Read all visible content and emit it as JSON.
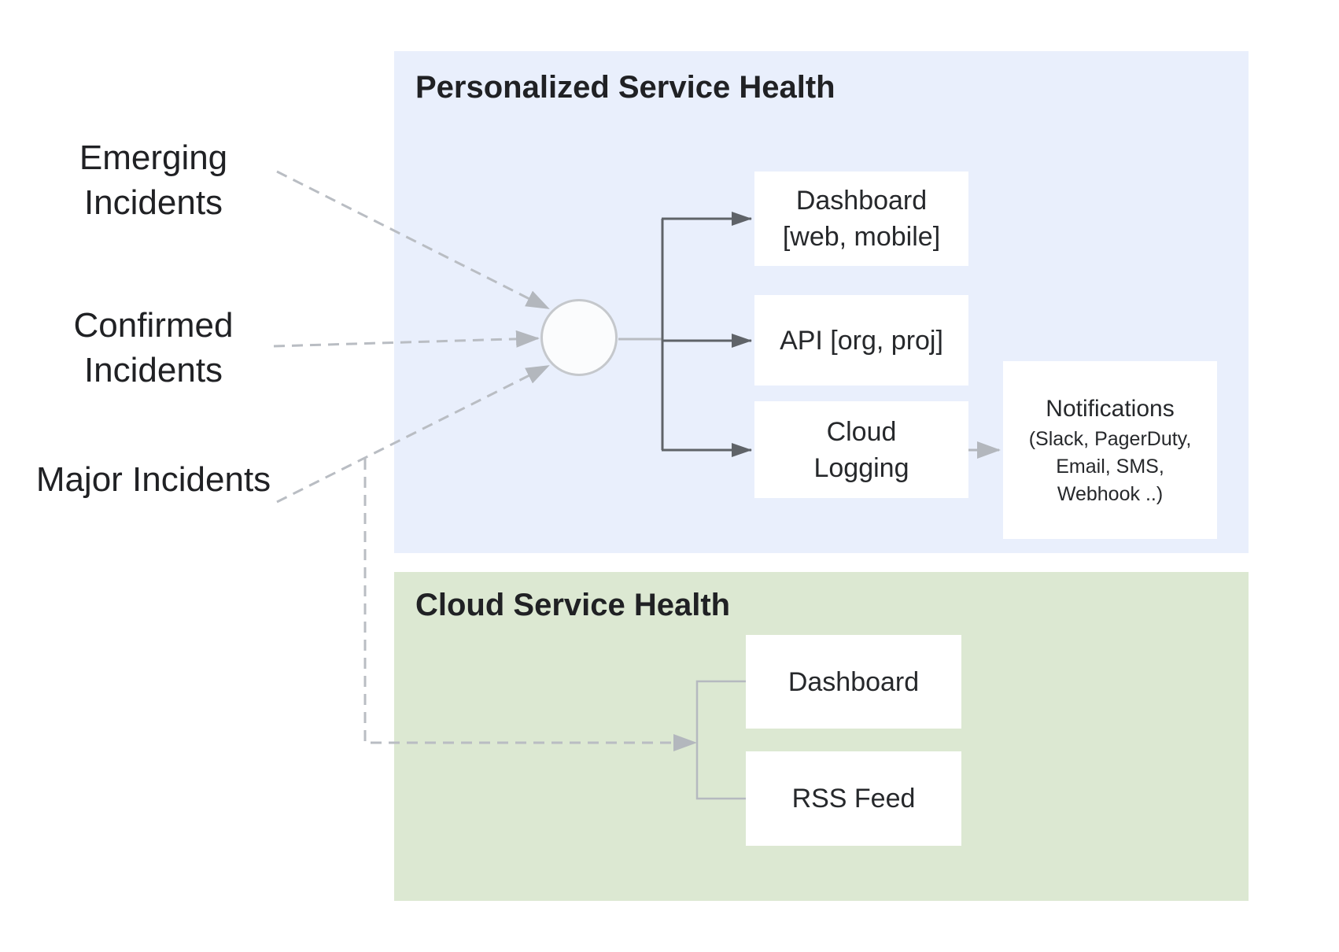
{
  "left_labels": [
    {
      "label": "Emerging Incidents"
    },
    {
      "label": "Confirmed Incidents"
    },
    {
      "label": "Major Incidents"
    }
  ],
  "personalized_panel": {
    "title": "Personalized Service Health",
    "dashboard_box": {
      "line1": "Dashboard",
      "line2": "[web, mobile]"
    },
    "api_box": {
      "label": "API [org, proj]"
    },
    "logging_box": {
      "line1": "Cloud",
      "line2": "Logging"
    },
    "notifications_box": {
      "title": "Notifications",
      "sub_lines": [
        "(Slack, PagerDuty,",
        "Email, SMS,",
        "Webhook ..)"
      ]
    }
  },
  "cloud_panel": {
    "title": "Cloud Service Health",
    "dashboard_box": {
      "label": "Dashboard"
    },
    "rss_box": {
      "label": "RSS Feed"
    }
  },
  "colors": {
    "personalized_panel_bg": "#e9effc",
    "cloud_panel_bg": "#dce8d2",
    "box_bg": "#ffffff",
    "text": "#202124",
    "solid_arrow": "#5f6368",
    "light_arrow": "#b3b7bd",
    "dashed_line": "#b9bdc3",
    "hub_border": "#c5c8cc"
  }
}
